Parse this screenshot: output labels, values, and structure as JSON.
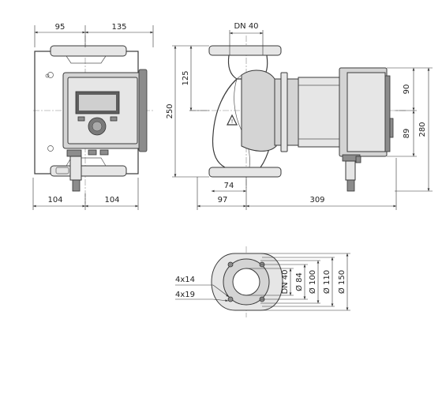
{
  "front_view": {
    "dim_top_left": "95",
    "dim_top_right": "135",
    "dim_bottom_left": "104",
    "dim_bottom_right": "104"
  },
  "side_view": {
    "dim_flange": "DN 40",
    "dim_height_upper": "125",
    "dim_total_height": "250",
    "dim_base_offset": "74",
    "dim_base_depth": "97",
    "dim_total_length": "309",
    "dim_motor_upper": "90",
    "dim_motor_lower": "89",
    "dim_motor_total": "280"
  },
  "flange_view": {
    "holes_small": "4x14",
    "holes_large": "4x19",
    "dim_dn": "DN 40",
    "dim_d84": "Ø 84",
    "dim_d100": "Ø 100",
    "dim_d110": "Ø 110",
    "dim_d150": "Ø 150"
  }
}
